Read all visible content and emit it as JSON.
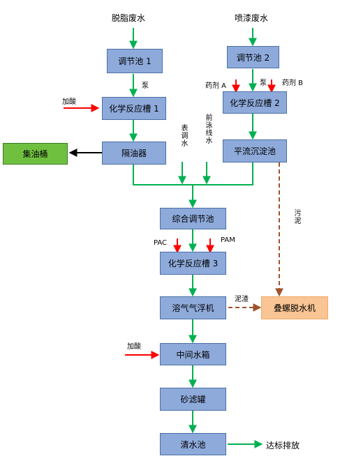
{
  "inputs": {
    "degreasing_wastewater": "脱脂废水",
    "spray_paint_wastewater": "喷漆废水"
  },
  "nodes": {
    "tank1": "调节池 1",
    "tank2": "调节池 2",
    "reactor1": "化学反应槽 1",
    "reactor2": "化学反应槽 2",
    "oil_separator": "隔油器",
    "oil_bucket": "集油桶",
    "sedimentation": "平流沉淀池",
    "composite_tank": "综合调节池",
    "reactor3": "化学反应槽 3",
    "daf": "溶气气浮机",
    "screw_press": "叠螺脱水机",
    "middle_tank": "中间水箱",
    "sand_filter": "砂滤罐",
    "clear_tank": "清水池"
  },
  "labels": {
    "pump1": "泵",
    "pump2": "泵",
    "acid1": "加酸",
    "acid2": "加酸",
    "agent_a": "药剂 A",
    "agent_b": "药剂 B",
    "surface_conditioning": "表调水",
    "pre_rinse": "前泳线水",
    "sludge": "污泥",
    "scum": "泥渣",
    "pac": "PAC",
    "pam": "PAM",
    "discharge": "达标排放"
  },
  "colors": {
    "box_blue": "#8eaadb",
    "box_green": "#70c040",
    "box_orange": "#f9c594",
    "water_flow": "#00b050",
    "dosing": "#ff0000",
    "sludge_flow": "#a0522d",
    "oil_flow": "#000000"
  }
}
